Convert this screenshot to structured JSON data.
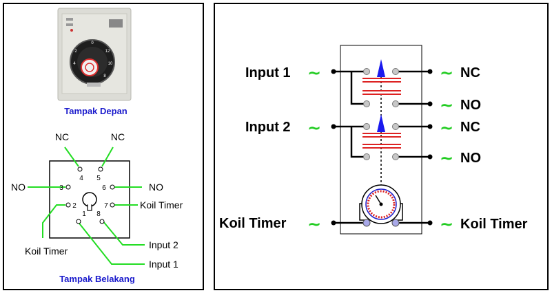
{
  "left": {
    "front_caption": "Tampak Depan",
    "back_caption": "Tampak Belakang",
    "pins": [
      {
        "num": "4",
        "label": "NC"
      },
      {
        "num": "5",
        "label": "NC"
      },
      {
        "num": "3",
        "label": "NO"
      },
      {
        "num": "6",
        "label": "NO"
      },
      {
        "num": "2",
        "label": "Koil Timer"
      },
      {
        "num": "7",
        "label": "Koil Timer"
      },
      {
        "num": "1",
        "label": "Input 1"
      },
      {
        "num": "8",
        "label": "Input 2"
      }
    ],
    "colors": {
      "wire": "#22dd22",
      "caption": "#1a1acc"
    }
  },
  "right": {
    "left_labels": {
      "input1": "Input 1",
      "input2": "Input 2",
      "coil": "Koil Timer"
    },
    "right_labels": {
      "nc1": "NC",
      "no1": "NO",
      "nc2": "NC",
      "no2": "NO",
      "coil": "Koil Timer"
    },
    "tilde": "~",
    "colors": {
      "tilde": "#22cc22",
      "contact_bar": "#dd2222",
      "arrow": "#1a1aee",
      "terminal": "#c8c8c8",
      "coil_terminal": "#a8a8e8"
    }
  }
}
